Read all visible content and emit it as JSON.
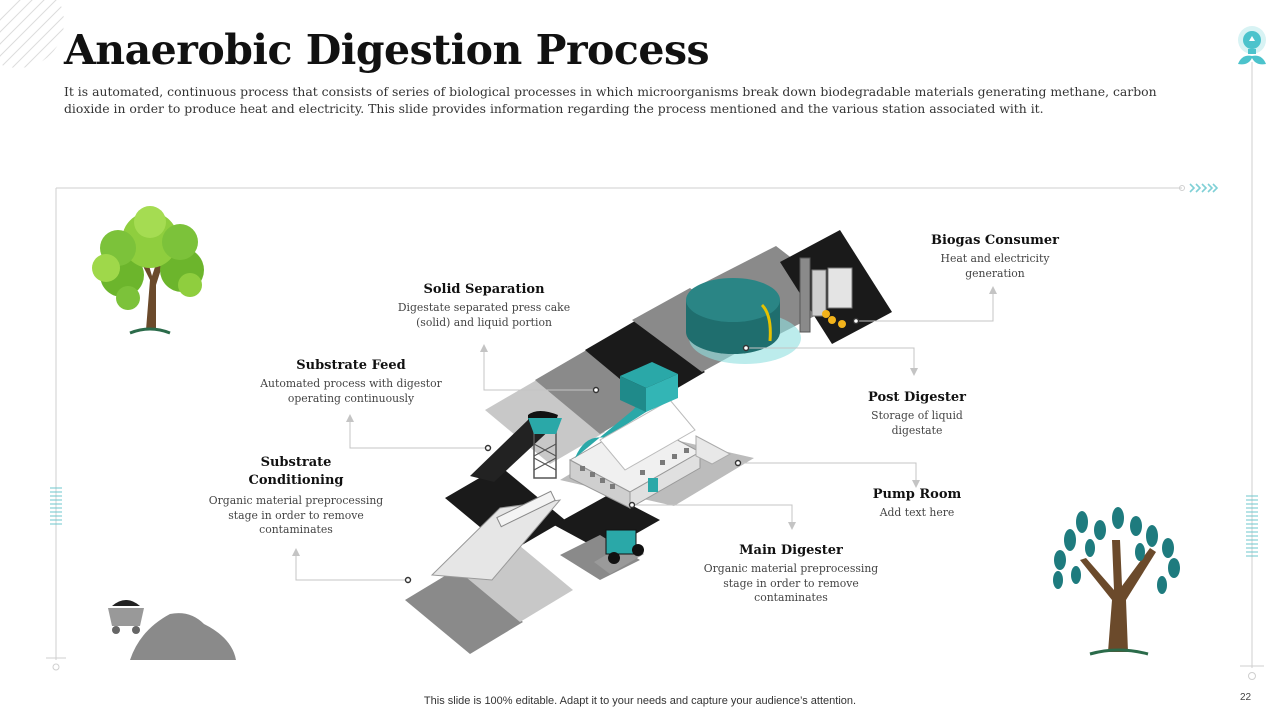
{
  "slide": {
    "title": "Anaerobic Digestion Process",
    "subtitle": "It is automated, continuous process that consists of series of biological processes in which microorganisms break down biodegradable materials generating methane, carbon dioxide in order to produce heat and electricity. This slide provides information regarding the process mentioned and the various station associated with it.",
    "footer": "This slide is 100% editable. Adapt it to your needs and capture your audience’s attention.",
    "page_number": "22"
  },
  "stations": {
    "solid_separation": {
      "title": "Solid Separation",
      "desc": "Digestate separated press cake (solid) and liquid portion"
    },
    "substrate_feed": {
      "title": "Substrate Feed",
      "desc": "Automated process with digestor operating continuously"
    },
    "substrate_conditioning": {
      "title": "Substrate Conditioning",
      "desc": "Organic material preprocessing stage in order to remove contaminates"
    },
    "biogas_consumer": {
      "title": "Biogas Consumer",
      "desc": "Heat and electricity generation"
    },
    "post_digester": {
      "title": "Post Digester",
      "desc": "Storage of liquid digestate"
    },
    "pump_room": {
      "title": "Pump Room",
      "desc": "Add text here"
    },
    "main_digester": {
      "title": "Main Digester",
      "desc": "Organic material preprocessing stage in order to remove contaminates"
    }
  },
  "colors": {
    "accent": "#2aa8a8",
    "tank": "#1f6e6e",
    "tree_green": "#7cc23a",
    "tree_teal": "#1e7b7e",
    "grey_dark": "#8a8a8a",
    "grey_light": "#c8c8c8",
    "black": "#1a1a1a"
  },
  "icons": {
    "corner_logo": "lightbulb-plant-icon",
    "arrows": "chevron-right-icon"
  }
}
